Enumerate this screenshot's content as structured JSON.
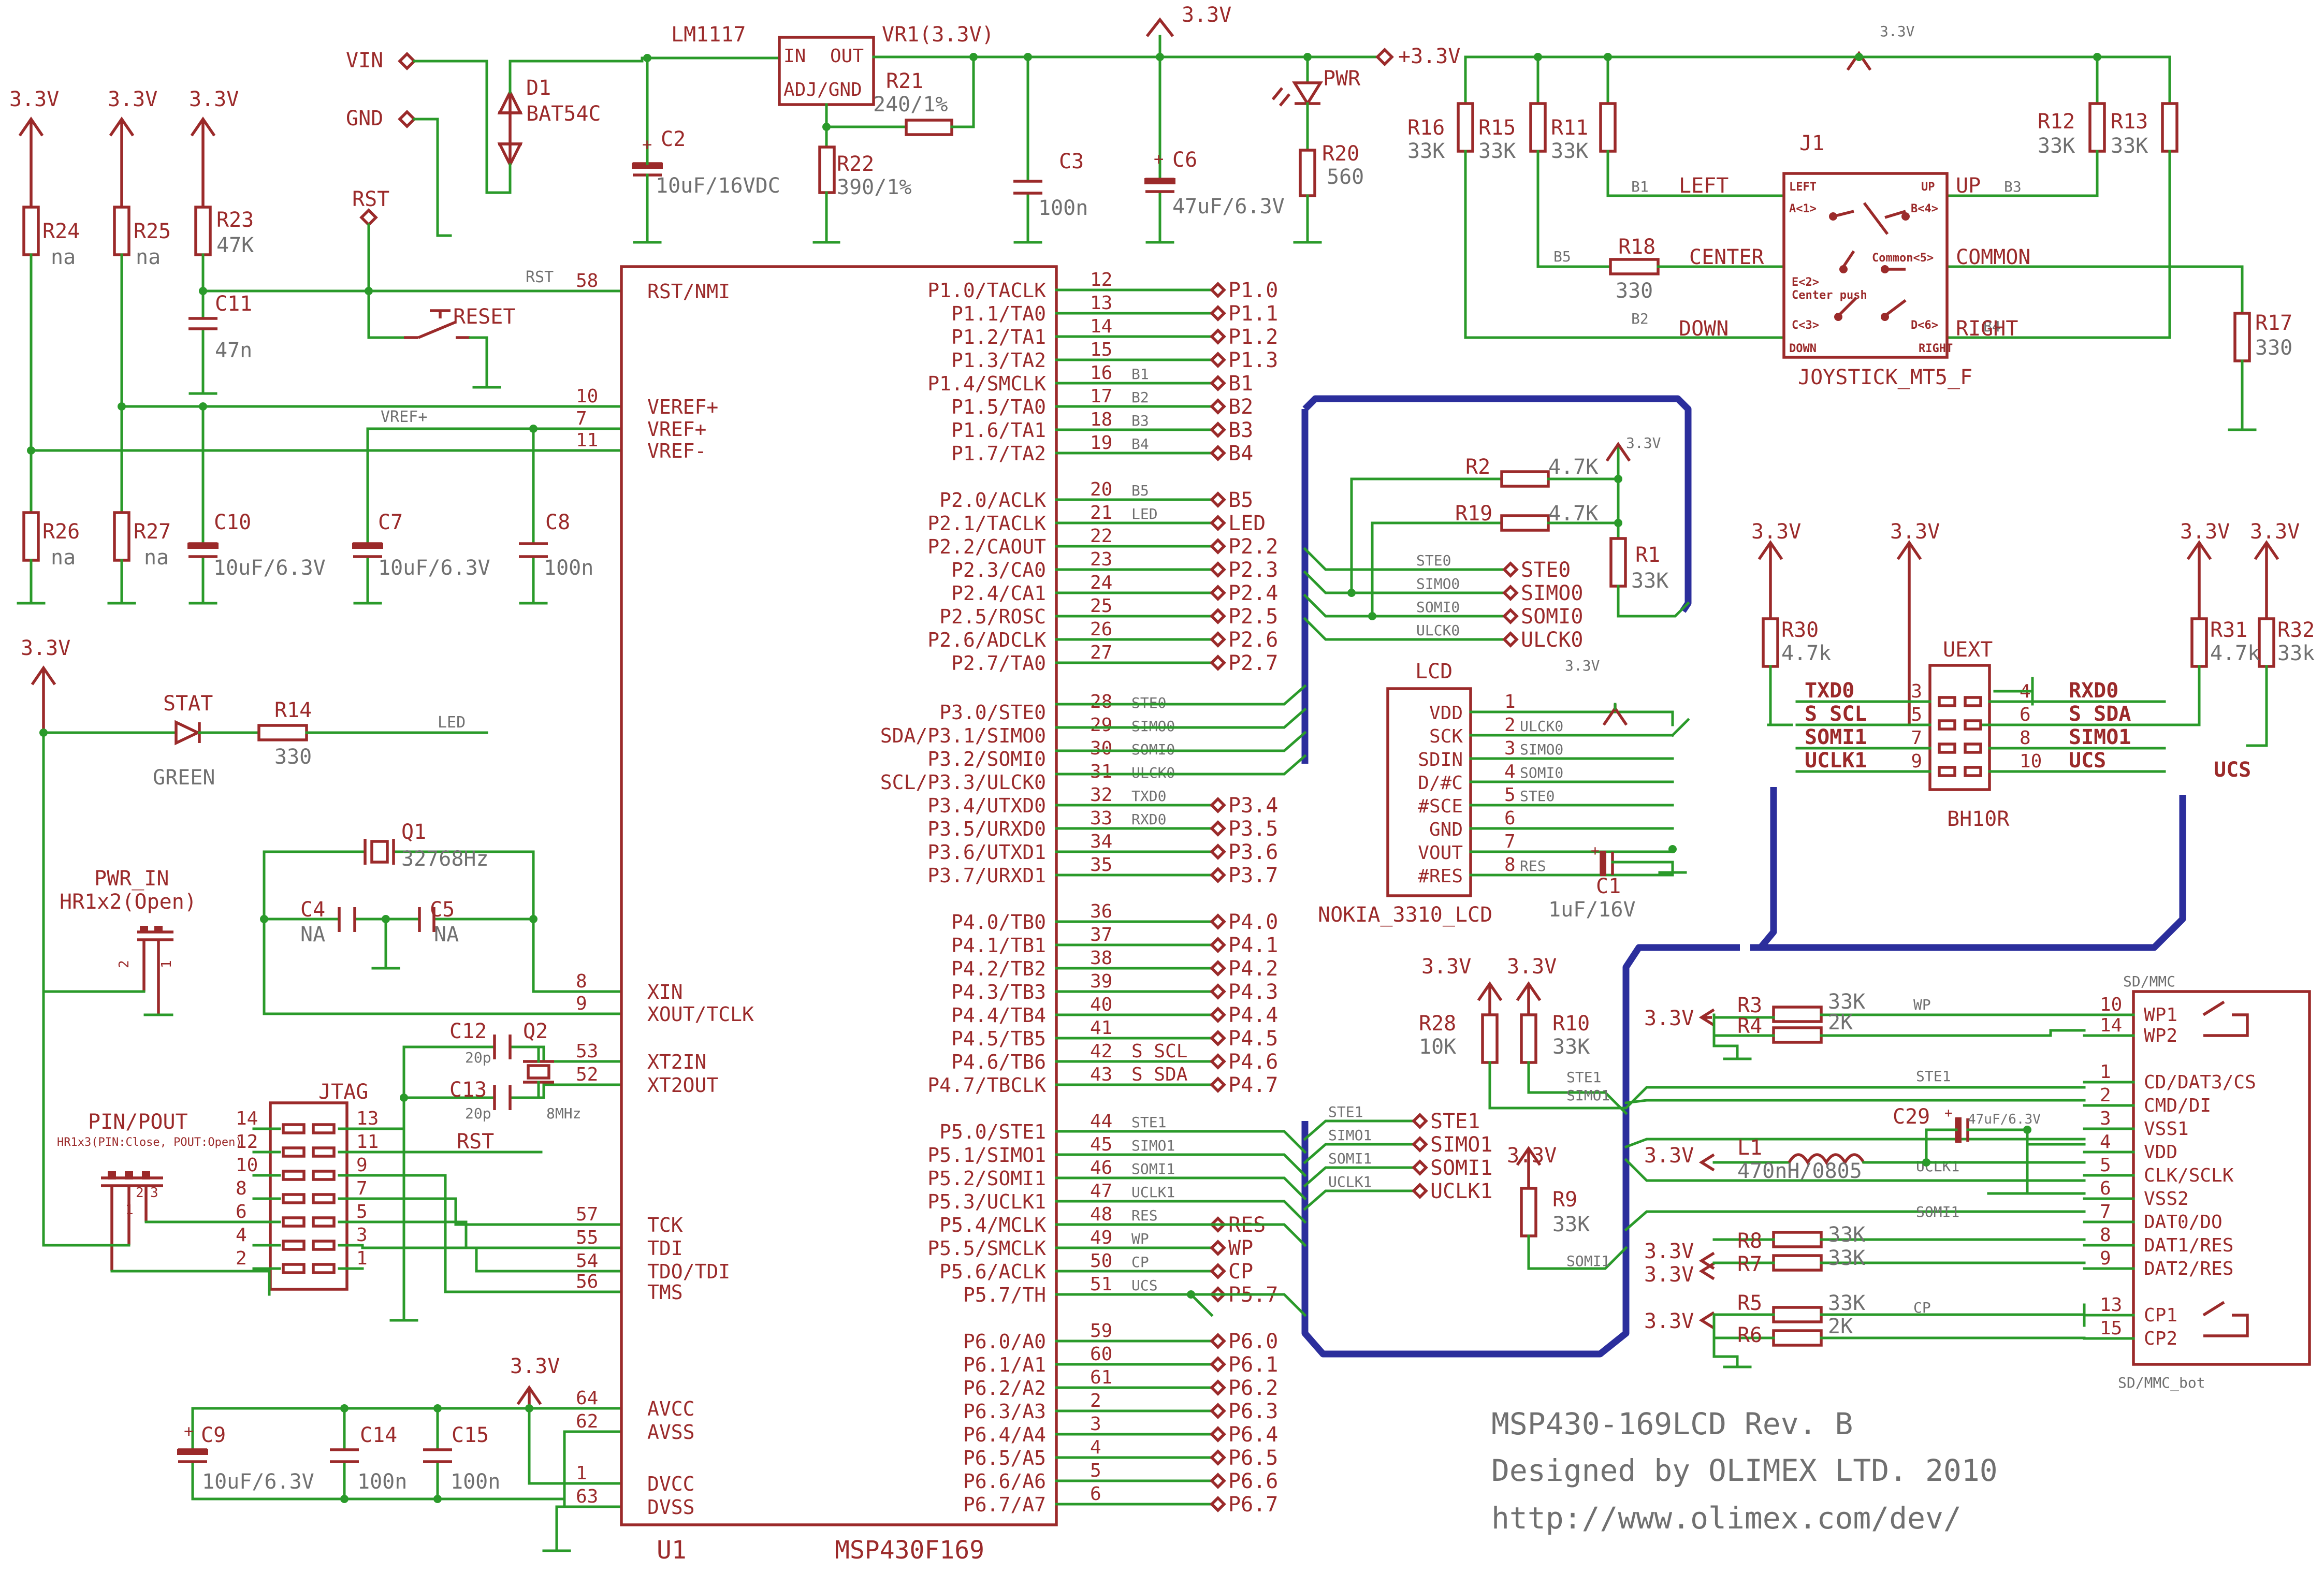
{
  "title_block": {
    "line1": "MSP430-169LCD Rev. B",
    "line2": "Designed by OLIMEX LTD. 2010",
    "line3": "http://www.olimex.com/dev/"
  },
  "power": {
    "vin": "VIN",
    "gnd": "GND",
    "d1": "D1",
    "d1_val": "BAT54C",
    "reg": "LM1117",
    "reg_in": "IN",
    "reg_out": "OUT",
    "reg_adj": "ADJ/GND",
    "vr1": "VR1(3.3V)",
    "r21": "R21",
    "r21_val": "240/1%",
    "r22": "R22",
    "r22_val": "390/1%",
    "c2": "C2",
    "c2_val": "10uF/16VDC",
    "c3": "C3",
    "c3_val": "100n",
    "c6": "C6",
    "c6_val": "47uF/6.3V",
    "pwr": "PWR",
    "r20": "R20",
    "r20_val": "560",
    "vcc_out": "+3.3V",
    "rail": "3.3V"
  },
  "reset": {
    "rst": "RST",
    "reset": "RESET",
    "r23": "R23",
    "r23_val": "47K",
    "c11": "C11",
    "c11_val": "47n",
    "r24": "R24",
    "r25": "R25",
    "r26": "R26",
    "r27": "R27",
    "na": "na",
    "net_rst": "RST"
  },
  "vref": {
    "c10": "C10",
    "c10_val": "10uF/6.3V",
    "c7": "C7",
    "c7_val": "10uF/6.3V",
    "c8": "C8",
    "c8_val": "100n",
    "net": "VREF+"
  },
  "stat": {
    "stat": "STAT",
    "green": "GREEN",
    "r14": "R14",
    "r14_val": "330",
    "net": "LED"
  },
  "crystal": {
    "q1": "Q1",
    "q1_val": "32768Hz",
    "c4": "C4",
    "c5": "C5",
    "na": "NA",
    "c12": "C12",
    "c13": "C13",
    "c_val": "20p",
    "q2": "Q2",
    "q2_val": "8MHz"
  },
  "pwr_in": {
    "label": "PWR_IN",
    "sub": "HR1x2(Open)",
    "p1": "1",
    "p2": "2"
  },
  "pin_pout": {
    "label": "PIN/POUT",
    "sub": "HR1x3(PIN:Close, POUT:Open)",
    "p1": "1",
    "p2": "2",
    "p3": "3"
  },
  "jtag": {
    "label": "JTAG",
    "rst": "RST",
    "left_pins": [
      "14",
      "12",
      "10",
      "8",
      "6",
      "4",
      "2"
    ],
    "right_pins": [
      "13",
      "11",
      "9",
      "7",
      "5",
      "3",
      "1"
    ]
  },
  "analog": {
    "c9": "C9",
    "c9_val": "10uF/6.3V",
    "c14": "C14",
    "c14_val": "100n",
    "c15": "C15",
    "c15_val": "100n"
  },
  "mcu": {
    "ref": "U1",
    "part": "MSP430F169",
    "left_pins": [
      {
        "num": "58",
        "name": "RST/NMI"
      },
      {
        "num": "10",
        "name": "VEREF+"
      },
      {
        "num": "7",
        "name": "VREF+"
      },
      {
        "num": "11",
        "name": "VREF-"
      },
      {
        "num": "8",
        "name": "XIN"
      },
      {
        "num": "9",
        "name": "XOUT/TCLK"
      },
      {
        "num": "53",
        "name": "XT2IN"
      },
      {
        "num": "52",
        "name": "XT2OUT"
      },
      {
        "num": "57",
        "name": "TCK"
      },
      {
        "num": "55",
        "name": "TDI"
      },
      {
        "num": "54",
        "name": "TDO/TDI"
      },
      {
        "num": "56",
        "name": "TMS"
      },
      {
        "num": "64",
        "name": "AVCC"
      },
      {
        "num": "62",
        "name": "AVSS"
      },
      {
        "num": "1",
        "name": "DVCC"
      },
      {
        "num": "63",
        "name": "DVSS"
      }
    ],
    "right_pins": [
      {
        "name": "P1.0/TACLK",
        "num": "12",
        "net": "",
        "port": "P1.0"
      },
      {
        "name": "P1.1/TA0",
        "num": "13",
        "net": "",
        "port": "P1.1"
      },
      {
        "name": "P1.2/TA1",
        "num": "14",
        "net": "",
        "port": "P1.2"
      },
      {
        "name": "P1.3/TA2",
        "num": "15",
        "net": "",
        "port": "P1.3"
      },
      {
        "name": "P1.4/SMCLK",
        "num": "16",
        "net": "B1",
        "port": "B1"
      },
      {
        "name": "P1.5/TA0",
        "num": "17",
        "net": "B2",
        "port": "B2"
      },
      {
        "name": "P1.6/TA1",
        "num": "18",
        "net": "B3",
        "port": "B3"
      },
      {
        "name": "P1.7/TA2",
        "num": "19",
        "net": "B4",
        "port": "B4"
      },
      {
        "name": "P2.0/ACLK",
        "num": "20",
        "net": "B5",
        "port": "B5"
      },
      {
        "name": "P2.1/TACLK",
        "num": "21",
        "net": "LED",
        "port": "LED"
      },
      {
        "name": "P2.2/CAOUT",
        "num": "22",
        "net": "",
        "port": "P2.2"
      },
      {
        "name": "P2.3/CA0",
        "num": "23",
        "net": "",
        "port": "P2.3"
      },
      {
        "name": "P2.4/CA1",
        "num": "24",
        "net": "",
        "port": "P2.4"
      },
      {
        "name": "P2.5/ROSC",
        "num": "25",
        "net": "",
        "port": "P2.5"
      },
      {
        "name": "P2.6/ADCLK",
        "num": "26",
        "net": "",
        "port": "P2.6"
      },
      {
        "name": "P2.7/TA0",
        "num": "27",
        "net": "",
        "port": "P2.7"
      },
      {
        "name": "P3.0/STE0",
        "num": "28",
        "net": "STE0",
        "port": ""
      },
      {
        "name": "SDA/P3.1/SIMO0",
        "num": "29",
        "net": "SIMO0",
        "port": ""
      },
      {
        "name": "P3.2/SOMI0",
        "num": "30",
        "net": "SOMI0",
        "port": ""
      },
      {
        "name": "SCL/P3.3/ULCK0",
        "num": "31",
        "net": "ULCK0",
        "port": ""
      },
      {
        "name": "P3.4/UTXD0",
        "num": "32",
        "net": "TXD0",
        "port": "P3.4"
      },
      {
        "name": "P3.5/URXD0",
        "num": "33",
        "net": "RXD0",
        "port": "P3.5"
      },
      {
        "name": "P3.6/UTXD1",
        "num": "34",
        "net": "",
        "port": "P3.6"
      },
      {
        "name": "P3.7/URXD1",
        "num": "35",
        "net": "",
        "port": "P3.7"
      },
      {
        "name": "P4.0/TB0",
        "num": "36",
        "net": "",
        "port": "P4.0"
      },
      {
        "name": "P4.1/TB1",
        "num": "37",
        "net": "",
        "port": "P4.1"
      },
      {
        "name": "P4.2/TB2",
        "num": "38",
        "net": "",
        "port": "P4.2"
      },
      {
        "name": "P4.3/TB3",
        "num": "39",
        "net": "",
        "port": "P4.3"
      },
      {
        "name": "P4.4/TB4",
        "num": "40",
        "net": "",
        "port": "P4.4"
      },
      {
        "name": "P4.5/TB5",
        "num": "41",
        "net": "",
        "port": "P4.5"
      },
      {
        "name": "P4.6/TB6",
        "num": "42",
        "net": "S_SCL",
        "port": "P4.6"
      },
      {
        "name": "P4.7/TBCLK",
        "num": "43",
        "net": "S_SDA",
        "port": "P4.7"
      },
      {
        "name": "P5.0/STE1",
        "num": "44",
        "net": "STE1",
        "port": ""
      },
      {
        "name": "P5.1/SIMO1",
        "num": "45",
        "net": "SIMO1",
        "port": ""
      },
      {
        "name": "P5.2/SOMI1",
        "num": "46",
        "net": "SOMI1",
        "port": ""
      },
      {
        "name": "P5.3/UCLK1",
        "num": "47",
        "net": "UCLK1",
        "port": ""
      },
      {
        "name": "P5.4/MCLK",
        "num": "48",
        "net": "RES",
        "port": "RES"
      },
      {
        "name": "P5.5/SMCLK",
        "num": "49",
        "net": "WP",
        "port": "WP"
      },
      {
        "name": "P5.6/ACLK",
        "num": "50",
        "net": "CP",
        "port": "CP"
      },
      {
        "name": "P5.7/TH",
        "num": "51",
        "net": "UCS",
        "port": "P5.7"
      },
      {
        "name": "P6.0/A0",
        "num": "59",
        "net": "",
        "port": "P6.0"
      },
      {
        "name": "P6.1/A1",
        "num": "60",
        "net": "",
        "port": "P6.1"
      },
      {
        "name": "P6.2/A2",
        "num": "61",
        "net": "",
        "port": "P6.2"
      },
      {
        "name": "P6.3/A3",
        "num": "2",
        "net": "",
        "port": "P6.3"
      },
      {
        "name": "P6.4/A4",
        "num": "3",
        "net": "",
        "port": "P6.4"
      },
      {
        "name": "P6.5/A5",
        "num": "4",
        "net": "",
        "port": "P6.5"
      },
      {
        "name": "P6.6/A6",
        "num": "5",
        "net": "",
        "port": "P6.6"
      },
      {
        "name": "P6.7/A7",
        "num": "6",
        "net": "",
        "port": "P6.7"
      }
    ]
  },
  "spi_ports": {
    "p0": [
      "STE0",
      "SIMO0",
      "SOMI0",
      "ULCK0"
    ],
    "p1": [
      "STE1",
      "SIMO1",
      "SOMI1",
      "UCLK1"
    ],
    "r2": "R2",
    "r19": "R19",
    "r1": "R1",
    "r_val": "4.7K",
    "r1_val": "33K"
  },
  "lcd": {
    "label": "LCD",
    "part": "NOKIA_3310_LCD",
    "c1": "C1",
    "c1_val": "1uF/16V",
    "rail": "3.3V",
    "pins": [
      {
        "name": "VDD",
        "num": "1",
        "net": ""
      },
      {
        "name": "SCK",
        "num": "2",
        "net": "ULCK0"
      },
      {
        "name": "SDIN",
        "num": "3",
        "net": "SIMO0"
      },
      {
        "name": "D/#C",
        "num": "4",
        "net": "SOMI0"
      },
      {
        "name": "#SCE",
        "num": "5",
        "net": "STE0"
      },
      {
        "name": "GND",
        "num": "6",
        "net": ""
      },
      {
        "name": "VOUT",
        "num": "7",
        "net": ""
      },
      {
        "name": "#RES",
        "num": "8",
        "net": "RES"
      }
    ]
  },
  "joystick": {
    "j1": "J1",
    "part": "JOYSTICK_MT5_F",
    "left": "LEFT",
    "up": "UP",
    "center": "CENTER",
    "common": "COMMON",
    "down": "DOWN",
    "right": "RIGHT",
    "in_left": "LEFT",
    "in_a": "A<1>",
    "in_up": "UP",
    "in_b": "B<4>",
    "in_e": "E<2>",
    "in_cp": "Center push",
    "in_com": "Common<5>",
    "in_c": "C<3>",
    "in_d": "D<6>",
    "in_down": "DOWN",
    "in_right": "RIGHT",
    "r16": "R16",
    "r15": "R15",
    "r11": "R11",
    "r12": "R12",
    "r13": "R13",
    "r18": "R18",
    "r18_val": "330",
    "r17": "R17",
    "r17_val": "330",
    "val": "33K",
    "b1": "B1",
    "b2": "B2",
    "b3": "B3",
    "b4": "B4",
    "b5": "B5"
  },
  "uext": {
    "label": "UEXT",
    "part": "BH10R",
    "r30": "R30",
    "r31": "R31",
    "r32": "R32",
    "v47": "4.7k",
    "v33": "33k",
    "left": [
      {
        "num": "3",
        "net": "TXD0"
      },
      {
        "num": "5",
        "net": "S_SCL"
      },
      {
        "num": "7",
        "net": "SOMI1"
      },
      {
        "num": "9",
        "net": "UCLK1"
      }
    ],
    "right": [
      {
        "num": "4",
        "net": "RXD0"
      },
      {
        "num": "6",
        "net": "S_SDA"
      },
      {
        "num": "8",
        "net": "SIMO1"
      },
      {
        "num": "10",
        "net": "UCS"
      }
    ],
    "ucs_net": "UCS"
  },
  "sdmmc": {
    "label": "SD/MMC",
    "bot": "SD/MMC_bot",
    "r28": "R28",
    "r28_val": "10K",
    "r10": "R10",
    "r9": "R9",
    "r_val": "33K",
    "r3": "R3",
    "r4": "R4",
    "r8": "R8",
    "r7": "R7",
    "r5": "R5",
    "r6": "R6",
    "v2k": "2K",
    "c29": "C29",
    "c29_val": "47uF/6.3V",
    "l1": "L1",
    "l1_val": "470nH/0805",
    "net_wp": "WP",
    "net_ste1": "STE1",
    "net_simo1": "SIMO1",
    "net_uclk1": "UCLK1",
    "net_somi1": "SOMI1",
    "net_cp": "CP",
    "pins": [
      {
        "num": "10",
        "name": "WP1"
      },
      {
        "num": "14",
        "name": "WP2"
      },
      {
        "num": "1",
        "name": "CD/DAT3/CS"
      },
      {
        "num": "2",
        "name": "CMD/DI"
      },
      {
        "num": "3",
        "name": "VSS1"
      },
      {
        "num": "4",
        "name": "VDD"
      },
      {
        "num": "5",
        "name": "CLK/SCLK"
      },
      {
        "num": "6",
        "name": "VSS2"
      },
      {
        "num": "7",
        "name": "DAT0/DO"
      },
      {
        "num": "8",
        "name": "DAT1/RES"
      },
      {
        "num": "9",
        "name": "DAT2/RES"
      },
      {
        "num": "13",
        "name": "CP1"
      },
      {
        "num": "15",
        "name": "CP2"
      }
    ]
  }
}
